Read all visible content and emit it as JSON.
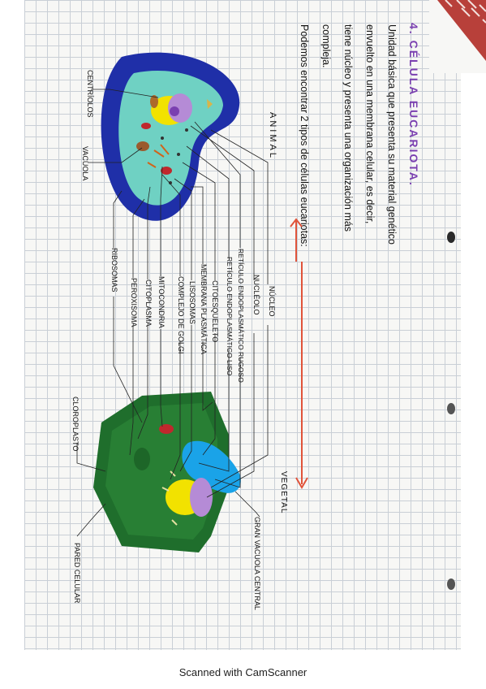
{
  "heading": {
    "number": "4.",
    "title": "CÉLULA EUCARIOTA."
  },
  "definition": [
    "Unidad básica que presenta su material genético",
    "envuelto en una membrana celular, es decir,",
    "tiene núcleo y presenta una organización más",
    "compleja."
  ],
  "intro": "Podemos encontrar 2 tipos de células eucariotas:",
  "animal_label": "ANIMAL",
  "vegetal_label": "VEGETAL",
  "animal_side_labels": {
    "centriolos": "CENTRÍOLOS",
    "vacuola": "VACUOLA"
  },
  "shared_labels": [
    "NÚCLEO",
    "NUCLÉOLO",
    "RETÍCULO ENDOPLASMÁTICO RUGOSO",
    "RETÍCULO ENDOPLASMÁTICO LISO",
    "CITOESQUELETO",
    "MEMBRANA PLASMÁTICA",
    "LISOSOMAS",
    "COMPLEJO DE GOLGI",
    "MITOCONDRIA",
    "CITOPLASMA",
    "PEROXISOMA",
    "RIBOSOMAS"
  ],
  "plant_side_labels": {
    "cloroplasto": "CLOROPLASTO",
    "pared": "PARED CELULAR",
    "vacuola_central": "GRAN VACUOLA CENTRAL"
  },
  "footer": "Scanned with CamScanner",
  "colors": {
    "animal_membrane": "#1f2fa8",
    "animal_cytoplasm": "#6fd1c3",
    "nucleus": "#f2e200",
    "nucleolus_purple": "#b58bd6",
    "plant_wall": "#1f6e2c",
    "plant_vacuole": "#1aa3e8",
    "title_purple": "#7a3fb0",
    "arrow_red": "#e0533a"
  }
}
